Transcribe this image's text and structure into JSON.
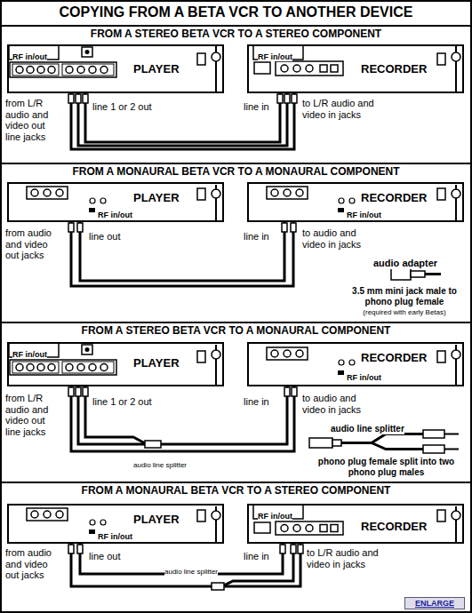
{
  "diagram": {
    "title": "COPYING FROM A BETA VCR TO ANOTHER DEVICE",
    "nodes": [
      {
        "text": [
          "FROM A STEREO BETA VCR TO A STEREO COMPONENT"
        ]
      },
      {
        "text": [
          "PLAYER"
        ],
        "in": 0
      },
      {
        "text": [
          "RECORDER"
        ],
        "in": 0
      },
      {
        "text": [
          "FROM A MONAURAL BETA VCR TO A MONAURAL COMPONENT"
        ]
      },
      {
        "text": [
          "PLAYER"
        ],
        "in": 3
      },
      {
        "text": [
          "RECORDER"
        ],
        "in": 3
      },
      {
        "text": [
          "FROM A STEREO BETA VCR TO A MONAURAL COMPONENT"
        ]
      },
      {
        "text": [
          "PLAYER"
        ],
        "in": 6
      },
      {
        "text": [
          "RECORDER"
        ],
        "in": 6
      },
      {
        "text": [
          "FROM A MONAURAL BETA VCR TO A STEREO COMPONENT"
        ]
      },
      {
        "text": [
          "PLAYER"
        ],
        "in": 9
      },
      {
        "text": [
          "RECORDER"
        ],
        "in": 9
      },
      {
        "text": [
          "ENLARGE"
        ]
      }
    ],
    "edges": [
      {
        "from": 1,
        "to": 2,
        "arrow": "none"
      },
      {
        "from": 4,
        "to": 5,
        "arrow": "none"
      },
      {
        "from": 7,
        "to": 8,
        "arrow": "none"
      },
      {
        "from": 10,
        "to": 11,
        "arrow": "none"
      }
    ],
    "labels": [
      "RF in/out",
      "RF in/out",
      "from L/R audio and video out line jacks",
      "line 1 or 2 out",
      "line in",
      "to L/R audio and video in jacks",
      "RF in/out",
      "RF in/out",
      "from audio and video out jacks",
      "line out",
      "line in",
      "to audio and video in jacks",
      "audio adapter",
      "3.5 mm mini jack male to phono plug female",
      "(required with early Betas)",
      "RF in/out",
      "RF in/out",
      "from L/R audio and video out line jacks",
      "line 1 or 2 out",
      "audio line splitter",
      "line in",
      "to audio and video in jacks",
      "audio line splitter",
      "phono plug female split into two phono plug males",
      "RF in/out",
      "RF in/out",
      "from audio and video out jacks",
      "line out",
      "audio line splitter",
      "line in",
      "to L/R audio and video in jacks"
    ]
  }
}
